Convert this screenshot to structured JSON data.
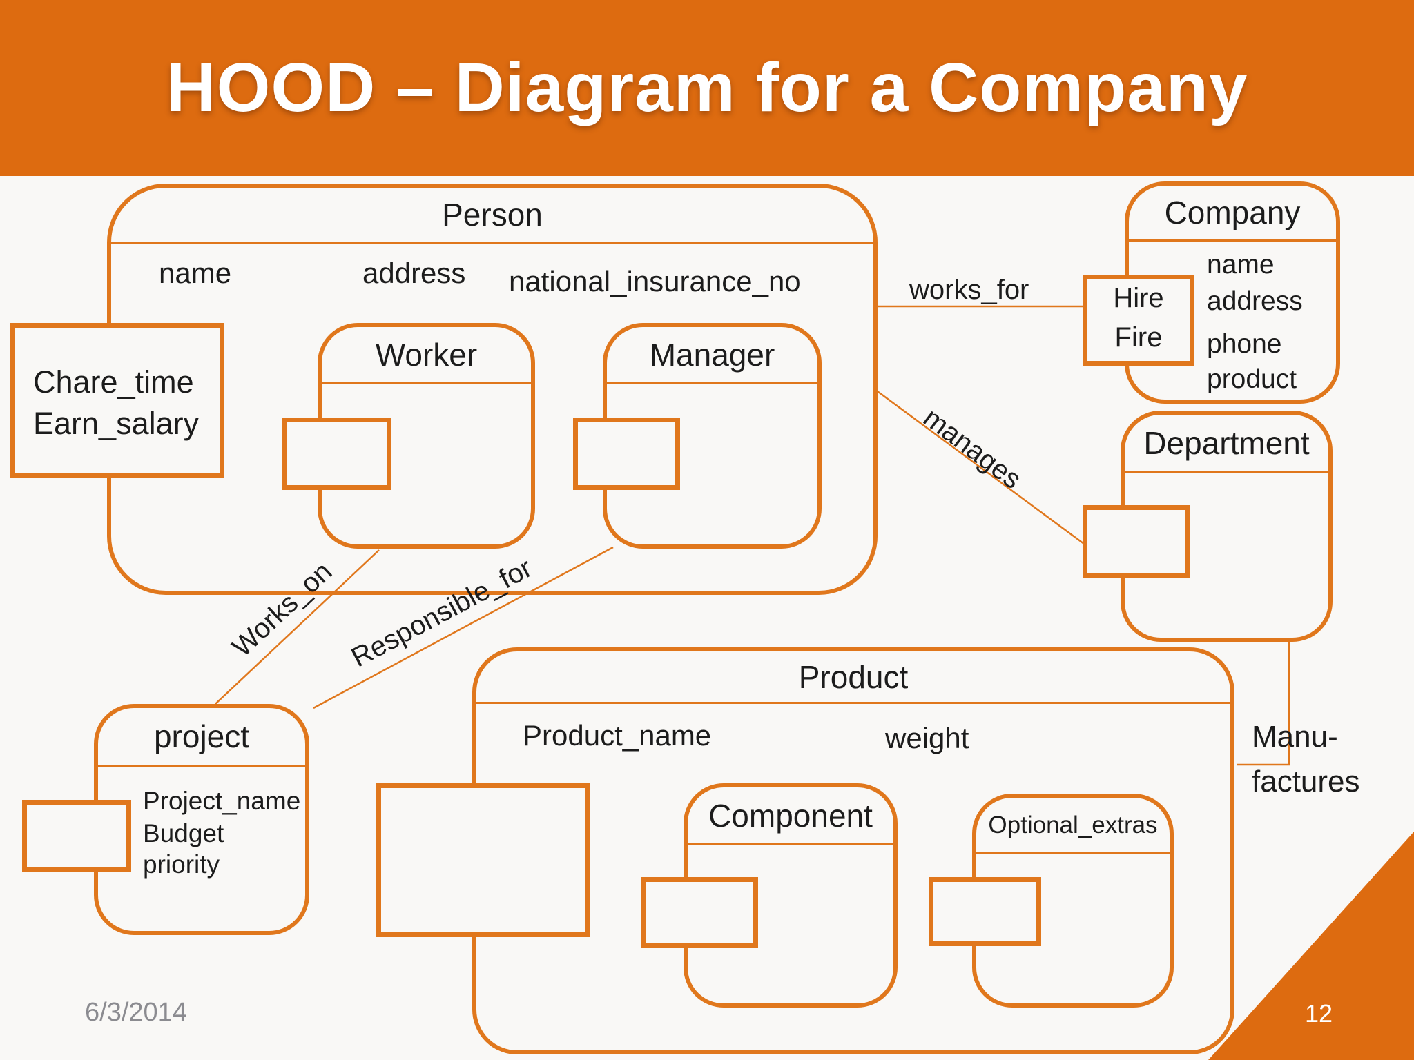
{
  "slide": {
    "title": "HOOD – Diagram for a Company",
    "date": "6/3/2014",
    "page_number": "12"
  },
  "colors": {
    "banner_orange": "#DD6B10",
    "border_orange": "#E0771C",
    "background": "#F9F8F6",
    "date_gray": "#8B8B90",
    "text_black": "#1C1C1C"
  },
  "nodes": {
    "person": {
      "title": "Person",
      "attributes": [
        "name",
        "address",
        "national_insurance_no"
      ]
    },
    "chare_time": {
      "lines": [
        "Chare_time",
        "Earn_salary"
      ]
    },
    "worker": {
      "title": "Worker"
    },
    "manager": {
      "title": "Manager"
    },
    "company": {
      "title": "Company",
      "attributes": [
        "name",
        "address",
        "phone",
        "product"
      ]
    },
    "hire_fire": {
      "lines": [
        "Hire",
        "Fire"
      ]
    },
    "department": {
      "title": "Department"
    },
    "project": {
      "title": "project",
      "attributes": [
        "Project_name",
        "Budget",
        "priority"
      ]
    },
    "product": {
      "title": "Product",
      "attributes": [
        "Product_name",
        "weight"
      ]
    },
    "component": {
      "title": "Component"
    },
    "optional_extras": {
      "title": "Optional_extras"
    }
  },
  "relations": {
    "works_for": "works_for",
    "manages": "manages",
    "works_on": "Works_on",
    "responsible_for": "Responsible_for",
    "manufactures": [
      "Manu-",
      "factures"
    ]
  }
}
